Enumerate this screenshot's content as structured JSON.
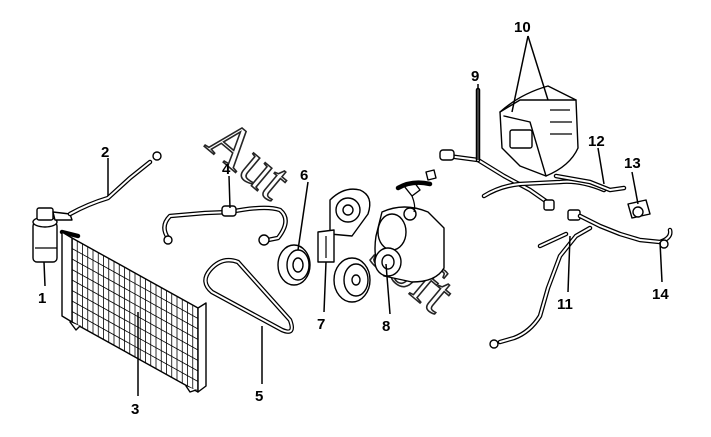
{
  "callouts": {
    "c1": "1",
    "c2": "2",
    "c3": "3",
    "c4": "4",
    "c5": "5",
    "c6": "6",
    "c7": "7",
    "c8": "8",
    "c9": "9",
    "c10": "10",
    "c11": "11",
    "c12": "12",
    "c13": "13",
    "c14": "14"
  },
  "watermark": {
    "line1": "Aut",
    "line2": "soft"
  },
  "colors": {
    "ink": "#000000",
    "paper": "#ffffff"
  }
}
